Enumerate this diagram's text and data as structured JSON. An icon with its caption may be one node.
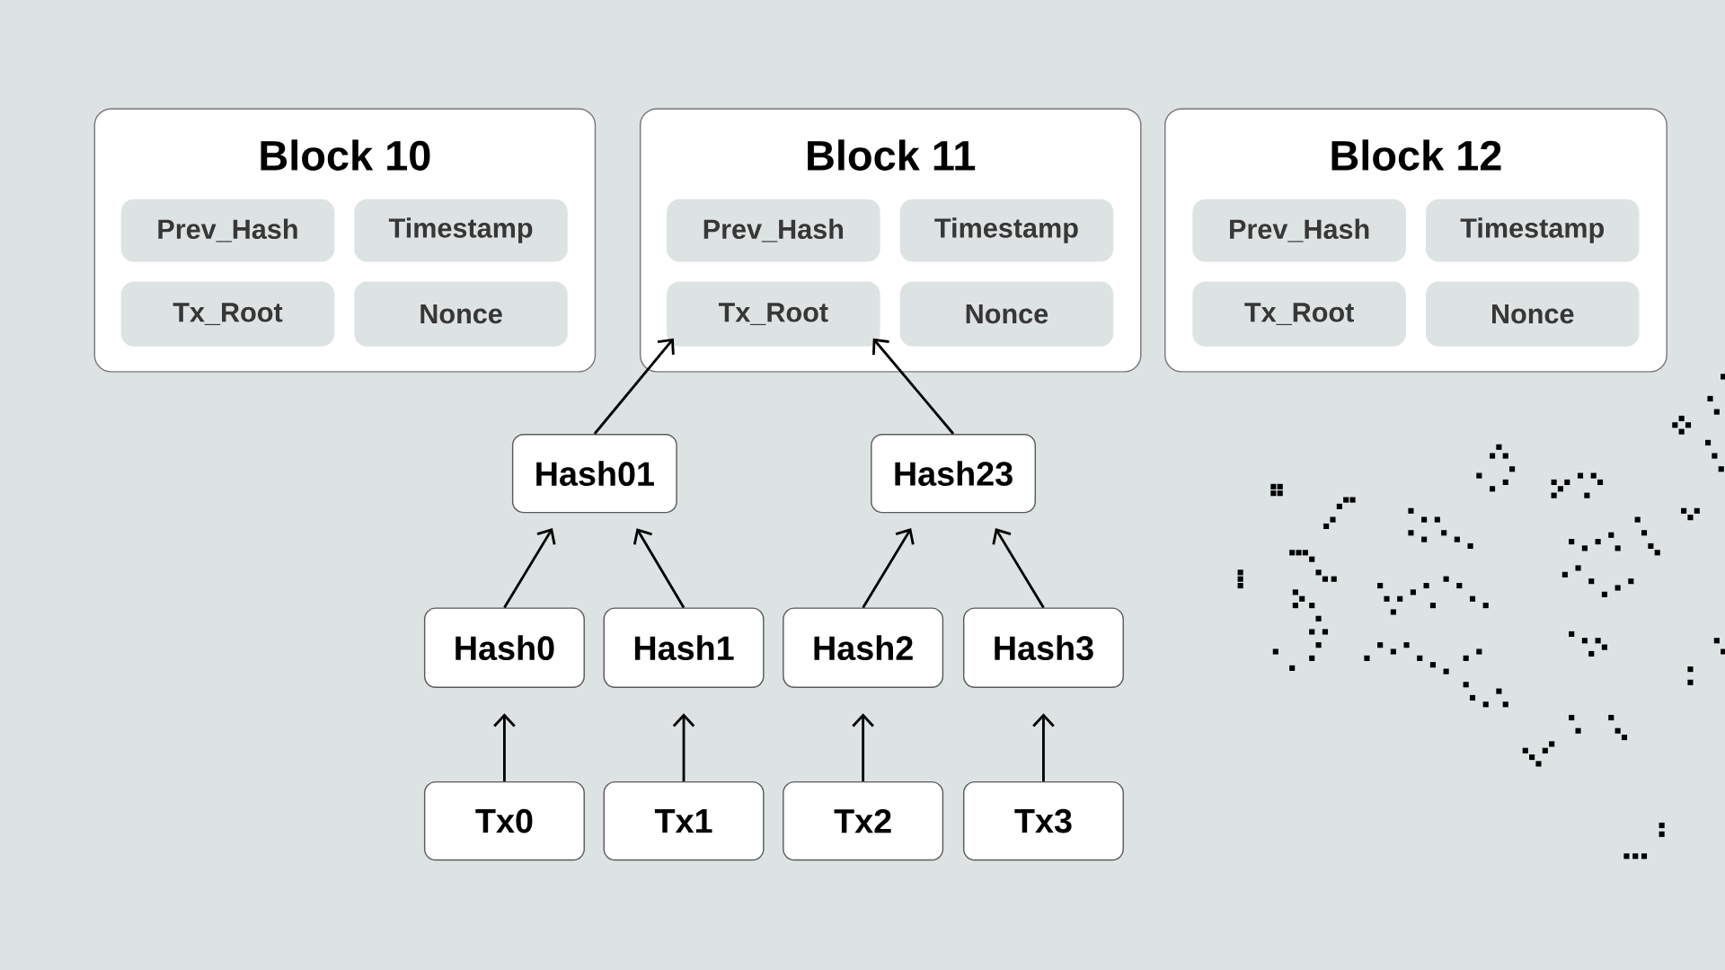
{
  "diagram": {
    "nodes": [
      {
        "text": [
          "Block 10"
        ]
      },
      {
        "text": [
          "Prev_Hash"
        ],
        "in": 0
      },
      {
        "text": [
          "Timestamp"
        ],
        "in": 0
      },
      {
        "text": [
          "Tx_Root"
        ],
        "in": 0
      },
      {
        "text": [
          "Nonce"
        ],
        "in": 0
      },
      {
        "text": [
          "Block 11"
        ]
      },
      {
        "text": [
          "Prev_Hash"
        ],
        "in": 5
      },
      {
        "text": [
          "Timestamp"
        ],
        "in": 5
      },
      {
        "text": [
          "Tx_Root"
        ],
        "in": 5
      },
      {
        "text": [
          "Nonce"
        ],
        "in": 5
      },
      {
        "text": [
          "Block 12"
        ]
      },
      {
        "text": [
          "Prev_Hash"
        ],
        "in": 10
      },
      {
        "text": [
          "Timestamp"
        ],
        "in": 10
      },
      {
        "text": [
          "Tx_Root"
        ],
        "in": 10
      },
      {
        "text": [
          "Nonce"
        ],
        "in": 10
      },
      {
        "text": [
          "Hash01"
        ]
      },
      {
        "text": [
          "Hash23"
        ]
      },
      {
        "text": [
          "Hash0"
        ]
      },
      {
        "text": [
          "Hash1"
        ]
      },
      {
        "text": [
          "Hash2"
        ]
      },
      {
        "text": [
          "Hash3"
        ]
      },
      {
        "text": [
          "Tx0"
        ]
      },
      {
        "text": [
          "Tx1"
        ]
      },
      {
        "text": [
          "Tx2"
        ]
      },
      {
        "text": [
          "Tx3"
        ]
      }
    ],
    "edges": [
      {
        "from": 21,
        "to": 17,
        "arrow": "to"
      },
      {
        "from": 22,
        "to": 18,
        "arrow": "to"
      },
      {
        "from": 23,
        "to": 19,
        "arrow": "to"
      },
      {
        "from": 24,
        "to": 20,
        "arrow": "to"
      },
      {
        "from": 17,
        "to": 15,
        "arrow": "to"
      },
      {
        "from": 18,
        "to": 15,
        "arrow": "to"
      },
      {
        "from": 19,
        "to": 16,
        "arrow": "to"
      },
      {
        "from": 20,
        "to": 16,
        "arrow": "to"
      },
      {
        "from": 15,
        "to": 8,
        "arrow": "to"
      },
      {
        "from": 16,
        "to": 8,
        "arrow": "to"
      }
    ]
  }
}
